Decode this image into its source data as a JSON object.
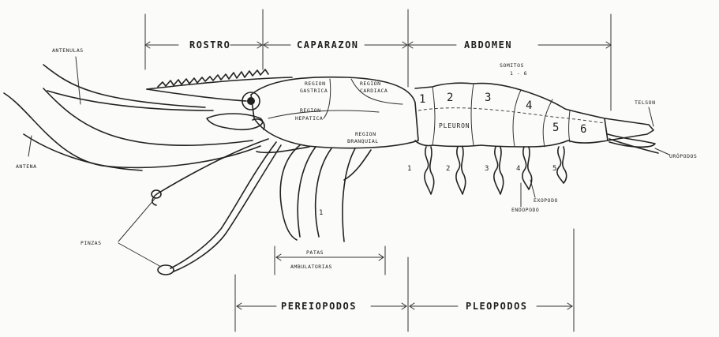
{
  "title": "",
  "labels": {
    "rostro": "ROSTRO",
    "caparazon": "CAPARAZON",
    "abdomen": "ABDOMEN",
    "somitos": "SOMITOS",
    "somitos_range": "1 - 6",
    "telson": "TELSON",
    "uropodos": "URÓPODOS",
    "anteniulas": "ANTENULAS",
    "antena": "ANTENA",
    "pinzas": "PINZAS",
    "patas": "PATAS",
    "ambulatorias": "AMBULATORIAS",
    "pereiopodos": "PEREIOPODOS",
    "pleopodos": "PLEOPODOS",
    "region_gastrica_1": "REGION",
    "region_gastrica_2": "GASTRICA",
    "region_cardiaca_1": "REGION",
    "region_cardiaca_2": "CARDIACA",
    "region_hepatica_1": "REGION",
    "region_hepatica_2": "HEPATICA",
    "region_branquial_1": "REGION",
    "region_branquial_2": "BRANQUIAL",
    "pleuron": "PLEURON",
    "exopodo": "EXOPODO",
    "endopodo": "ENDOPODO"
  },
  "somite_numbers": [
    "1",
    "2",
    "3",
    "4",
    "5",
    "6"
  ],
  "pleopod_numbers": [
    "1",
    "2",
    "3",
    "4",
    "5"
  ],
  "periopod_number": "1"
}
